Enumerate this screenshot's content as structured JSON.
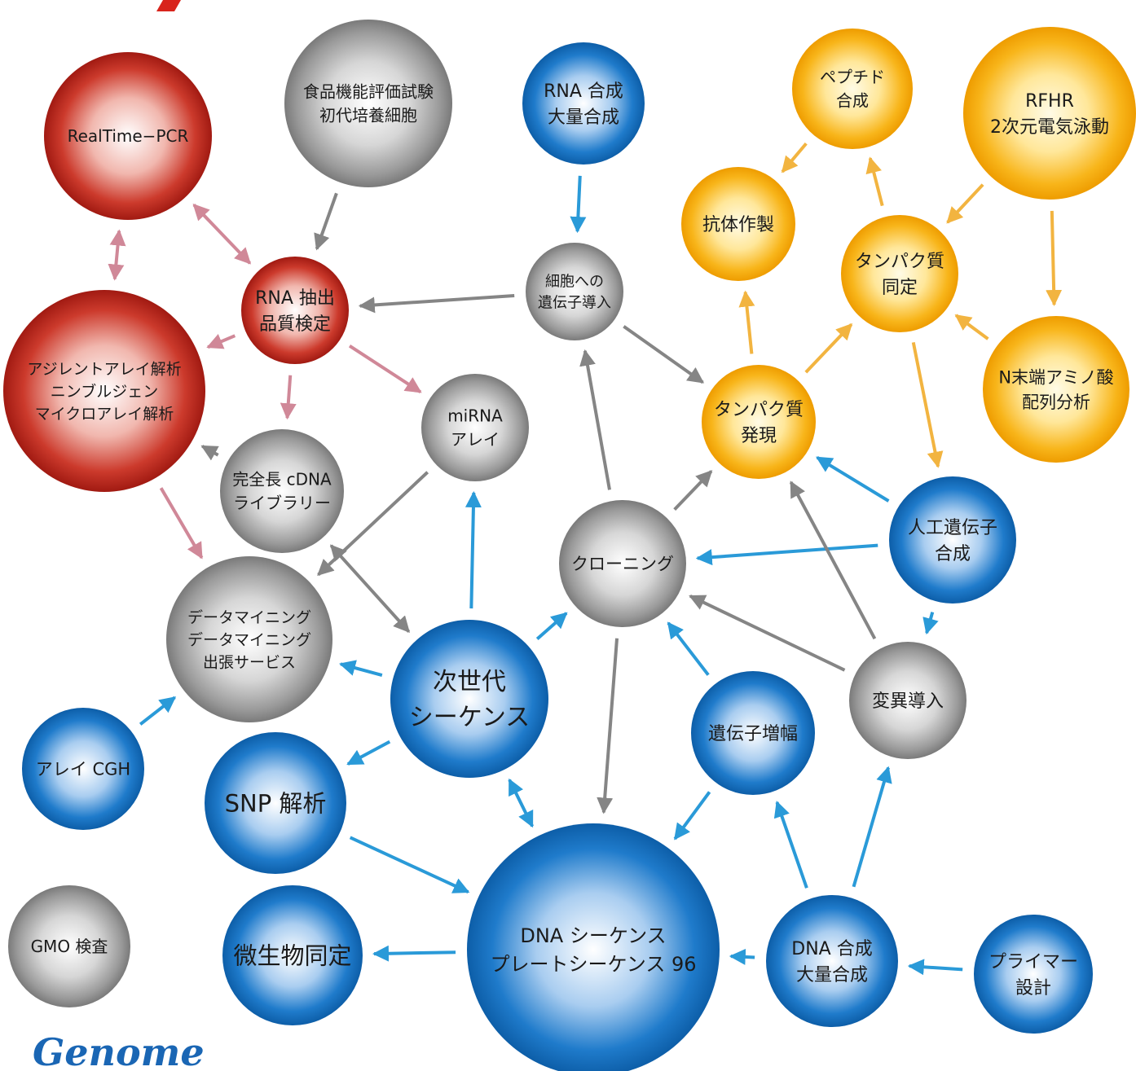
{
  "colors": {
    "red": "#c0281e",
    "gray": "#8a8a8a",
    "blue": "#1470c0",
    "orange": "#f5a500",
    "arrow_pink": "#d08898",
    "arrow_gray": "#858585",
    "arrow_blue": "#2a9ad8",
    "arrow_orange": "#f2b440",
    "logo": "#1a66b4"
  },
  "logo": {
    "text": "Genome"
  },
  "nodes": [
    {
      "id": "realtime_pcr",
      "color": "red",
      "lines": [
        "RealTime−PCR"
      ]
    },
    {
      "id": "shokuhin",
      "color": "gray",
      "lines": [
        "食品機能評価試験",
        "初代培養細胞"
      ]
    },
    {
      "id": "rna_gousei",
      "color": "blue",
      "lines": [
        "RNA 合成",
        "大量合成"
      ]
    },
    {
      "id": "peptide",
      "color": "orange",
      "lines": [
        "ペプチド",
        "合成"
      ]
    },
    {
      "id": "rfhr",
      "color": "orange",
      "lines": [
        "RFHR",
        "2次元電気泳動"
      ]
    },
    {
      "id": "koutai",
      "color": "orange",
      "lines": [
        "抗体作製"
      ]
    },
    {
      "id": "tanpaku_doutei",
      "color": "orange",
      "lines": [
        "タンパク質",
        "同定"
      ]
    },
    {
      "id": "saibou",
      "color": "gray",
      "lines": [
        "細胞への",
        "遺伝子導入"
      ]
    },
    {
      "id": "rna_chushutsu",
      "color": "red",
      "lines": [
        "RNA 抽出",
        "品質検定"
      ]
    },
    {
      "id": "agilent",
      "color": "red",
      "lines": [
        "アジレントアレイ解析",
        "ニンブルジェン",
        "マイクロアレイ解析"
      ]
    },
    {
      "id": "n_tantan",
      "color": "orange",
      "lines": [
        "N末端アミノ酸",
        "配列分析"
      ]
    },
    {
      "id": "tanpaku_hatsugen",
      "color": "orange",
      "lines": [
        "タンパク質",
        "発現"
      ]
    },
    {
      "id": "mirna",
      "color": "gray",
      "lines": [
        "miRNA",
        "アレイ"
      ]
    },
    {
      "id": "kanzen",
      "color": "gray",
      "lines": [
        "完全長 cDNA",
        "ライブラリー"
      ]
    },
    {
      "id": "jinkou",
      "color": "blue",
      "lines": [
        "人工遺伝子",
        "合成"
      ]
    },
    {
      "id": "cloning",
      "color": "gray",
      "lines": [
        "クローニング"
      ]
    },
    {
      "id": "data_mining",
      "color": "gray",
      "lines": [
        "データマイニング",
        "データマイニング",
        "出張サービス"
      ]
    },
    {
      "id": "jisedai",
      "color": "blue",
      "lines": [
        "次世代",
        "シーケンス"
      ]
    },
    {
      "id": "henni",
      "color": "gray",
      "lines": [
        "変異導入"
      ]
    },
    {
      "id": "idenshi_zouhaku",
      "color": "blue",
      "lines": [
        "遺伝子増幅"
      ]
    },
    {
      "id": "array_cgh",
      "color": "blue",
      "lines": [
        "アレイ CGH"
      ]
    },
    {
      "id": "snp",
      "color": "blue",
      "lines": [
        "SNP 解析"
      ]
    },
    {
      "id": "gmo",
      "color": "gray",
      "lines": [
        "GMO 検査"
      ]
    },
    {
      "id": "biseibutsu",
      "color": "blue",
      "lines": [
        "微生物同定"
      ]
    },
    {
      "id": "dna_seq",
      "color": "blue",
      "lines": [
        "DNA シーケンス",
        "プレートシーケンス 96"
      ]
    },
    {
      "id": "dna_gousei",
      "color": "blue",
      "lines": [
        "DNA 合成",
        "大量合成"
      ]
    },
    {
      "id": "primer",
      "color": "blue",
      "lines": [
        "プライマー",
        "設計"
      ]
    }
  ],
  "edges": [
    {
      "from": "realtime_pcr",
      "to": "rna_chushutsu",
      "color": "arrow_pink",
      "bidirectional": true
    },
    {
      "from": "realtime_pcr",
      "to": "agilent",
      "color": "arrow_pink",
      "bidirectional": true
    },
    {
      "from": "shokuhin",
      "to": "rna_chushutsu",
      "color": "arrow_gray"
    },
    {
      "from": "rna_chushutsu",
      "to": "agilent",
      "color": "arrow_pink"
    },
    {
      "from": "rna_chushutsu",
      "to": "kanzen",
      "color": "arrow_pink"
    },
    {
      "from": "rna_chushutsu",
      "to": "mirna",
      "color": "arrow_pink"
    },
    {
      "from": "agilent",
      "to": "data_mining",
      "color": "arrow_pink"
    },
    {
      "from": "rna_gousei",
      "to": "saibou",
      "color": "arrow_blue"
    },
    {
      "from": "saibou",
      "to": "rna_chushutsu",
      "color": "arrow_gray"
    },
    {
      "from": "saibou",
      "to": "tanpaku_hatsugen",
      "color": "arrow_gray"
    },
    {
      "from": "peptide",
      "to": "koutai",
      "color": "arrow_orange"
    },
    {
      "from": "tanpaku_doutei",
      "to": "peptide",
      "color": "arrow_orange"
    },
    {
      "from": "rfhr",
      "to": "tanpaku_doutei",
      "color": "arrow_orange"
    },
    {
      "from": "rfhr",
      "to": "n_tantan",
      "color": "arrow_orange"
    },
    {
      "from": "n_tantan",
      "to": "tanpaku_doutei",
      "color": "arrow_orange"
    },
    {
      "from": "tanpaku_hatsugen",
      "to": "koutai",
      "color": "arrow_orange"
    },
    {
      "from": "tanpaku_hatsugen",
      "to": "tanpaku_doutei",
      "color": "arrow_orange"
    },
    {
      "from": "tanpaku_doutei",
      "to": "jinkou",
      "color": "arrow_orange"
    },
    {
      "from": "kanzen",
      "to": "agilent",
      "color": "arrow_gray"
    },
    {
      "from": "kanzen",
      "to": "jisedai",
      "color": "arrow_gray",
      "bidirectional": true
    },
    {
      "from": "mirna",
      "to": "data_mining",
      "color": "arrow_gray"
    },
    {
      "from": "jisedai",
      "to": "mirna",
      "color": "arrow_blue"
    },
    {
      "from": "jisedai",
      "to": "cloning",
      "color": "arrow_blue"
    },
    {
      "from": "jisedai",
      "to": "data_mining",
      "color": "arrow_blue"
    },
    {
      "from": "jisedai",
      "to": "snp",
      "color": "arrow_blue"
    },
    {
      "from": "jisedai",
      "to": "dna_seq",
      "color": "arrow_blue",
      "bidirectional": true
    },
    {
      "from": "cloning",
      "to": "saibou",
      "color": "arrow_gray"
    },
    {
      "from": "cloning",
      "to": "tanpaku_hatsugen",
      "color": "arrow_gray"
    },
    {
      "from": "cloning",
      "to": "dna_seq",
      "color": "arrow_gray"
    },
    {
      "from": "jinkou",
      "to": "tanpaku_hatsugen",
      "color": "arrow_blue"
    },
    {
      "from": "jinkou",
      "to": "cloning",
      "color": "arrow_blue"
    },
    {
      "from": "jinkou",
      "to": "henni",
      "color": "arrow_blue"
    },
    {
      "from": "henni",
      "to": "cloning",
      "color": "arrow_gray"
    },
    {
      "from": "henni",
      "to": "tanpaku_hatsugen",
      "color": "arrow_gray"
    },
    {
      "from": "idenshi_zouhaku",
      "to": "cloning",
      "color": "arrow_blue"
    },
    {
      "from": "idenshi_zouhaku",
      "to": "dna_seq",
      "color": "arrow_blue"
    },
    {
      "from": "array_cgh",
      "to": "data_mining",
      "color": "arrow_blue"
    },
    {
      "from": "snp",
      "to": "dna_seq",
      "color": "arrow_blue"
    },
    {
      "from": "dna_seq",
      "to": "biseibutsu",
      "color": "arrow_blue"
    },
    {
      "from": "dna_gousei",
      "to": "dna_seq",
      "color": "arrow_blue"
    },
    {
      "from": "dna_gousei",
      "to": "idenshi_zouhaku",
      "color": "arrow_blue"
    },
    {
      "from": "dna_gousei",
      "to": "henni",
      "color": "arrow_blue"
    },
    {
      "from": "primer",
      "to": "dna_gousei",
      "color": "arrow_blue"
    }
  ]
}
